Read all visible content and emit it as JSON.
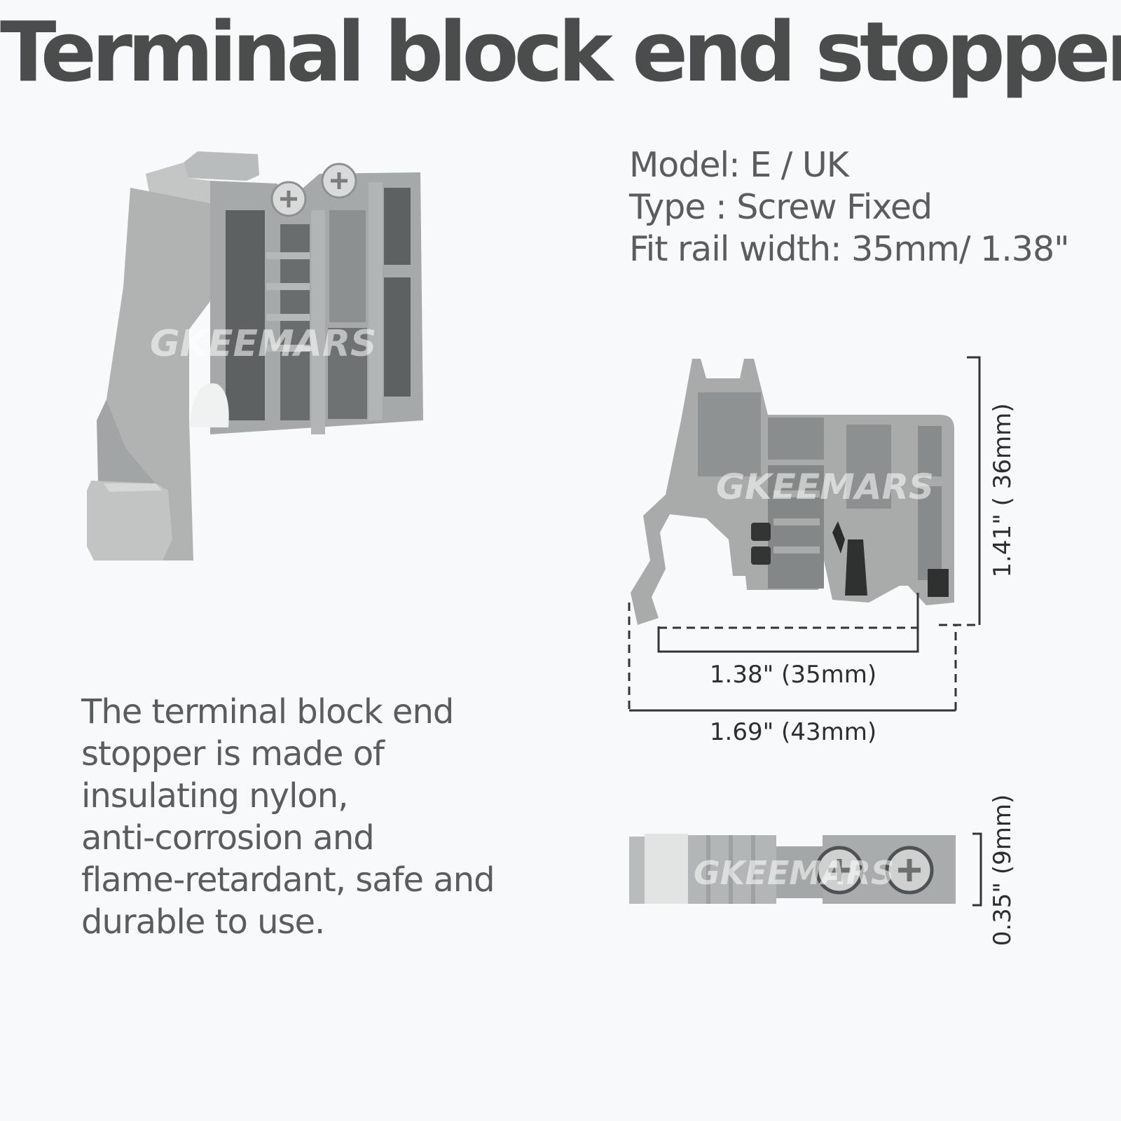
{
  "title": "Terminal block end stopper",
  "specs": {
    "model": "Model: E / UK",
    "type": "Type : Screw Fixed",
    "rail": "Fit rail width: 35mm/ 1.38\""
  },
  "description": [
    "The terminal block end",
    "stopper is made of",
    "insulating nylon,",
    "anti-corrosion and",
    "flame-retardant, safe and",
    "durable to use."
  ],
  "dimensions": {
    "rail_width": "1.38\" (35mm)",
    "total_width": "1.69\" (43mm)",
    "height": "1.41\" ( 36mm)",
    "thickness": "0.35\" (9mm)"
  },
  "watermark": "GKEEMARS",
  "colors": {
    "background": "#f8f9fa",
    "title": "#4a4d4c",
    "text": "#5a5d5d",
    "plastic": "#a9abab",
    "plastic_dark": "#5e6161"
  }
}
